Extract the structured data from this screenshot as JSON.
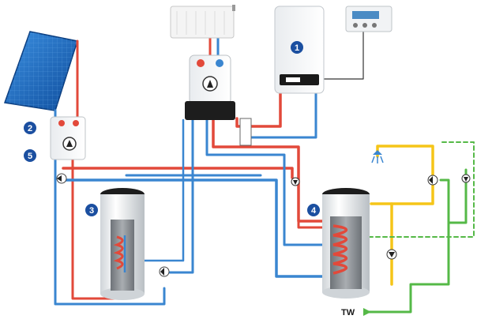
{
  "badges": {
    "boiler": "1",
    "solar_station": "2",
    "tank_left": "3",
    "tank_right": "4",
    "solar_pump": "5"
  },
  "labels": {
    "tap_water": "TW"
  },
  "colors": {
    "hot": "#e2493a",
    "cold": "#3a86d0",
    "yellow": "#f5c518",
    "green": "#55b947",
    "badge": "#1b4fa0"
  }
}
